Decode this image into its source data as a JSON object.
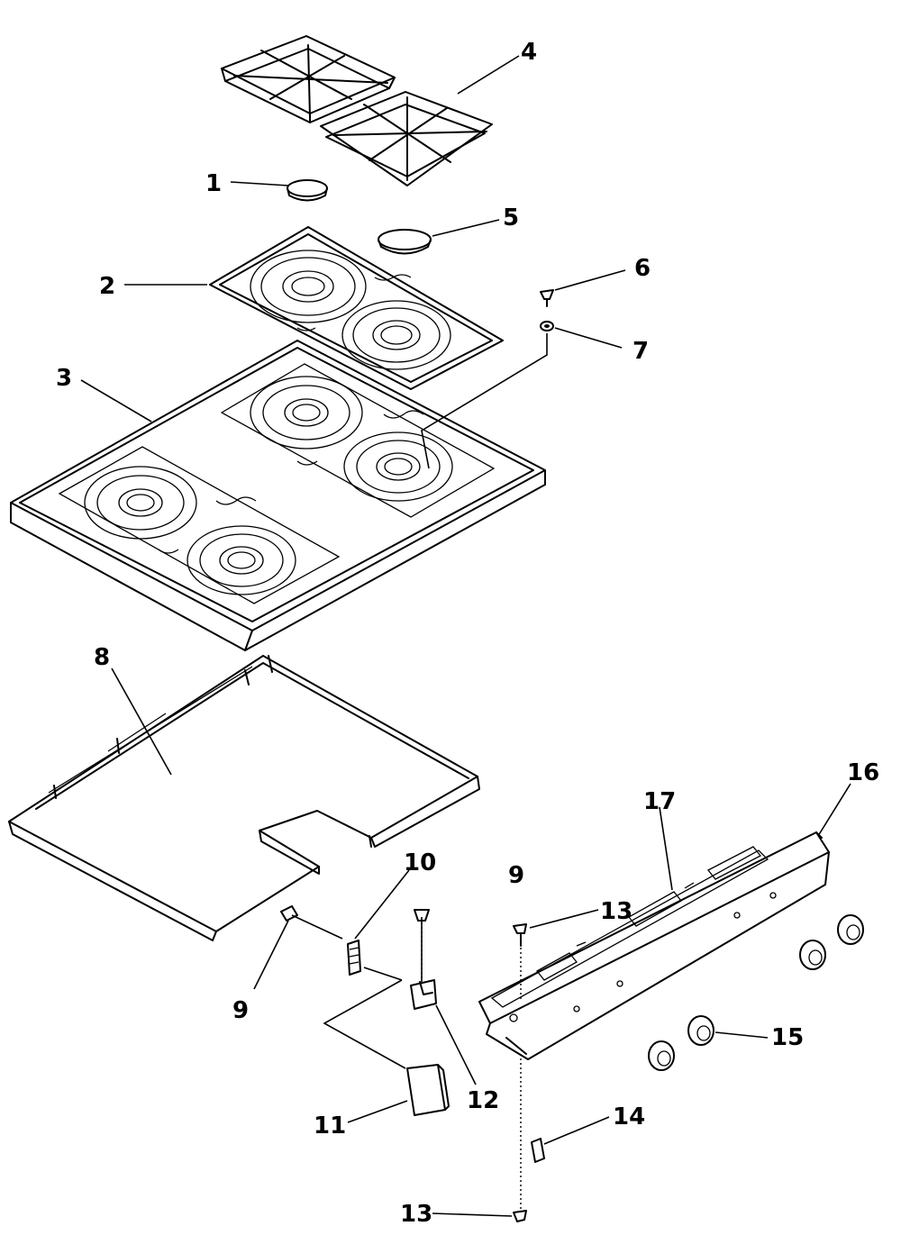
{
  "callouts": {
    "c1": "1",
    "c2": "2",
    "c3": "3",
    "c4": "4",
    "c5": "5",
    "c6": "6",
    "c7": "7",
    "c8": "8",
    "c9a": "9",
    "c9b": "9",
    "c10": "10",
    "c11": "11",
    "c12": "12",
    "c13a": "13",
    "c13b": "13",
    "c14": "14",
    "c15": "15",
    "c16": "16",
    "c17": "17"
  }
}
